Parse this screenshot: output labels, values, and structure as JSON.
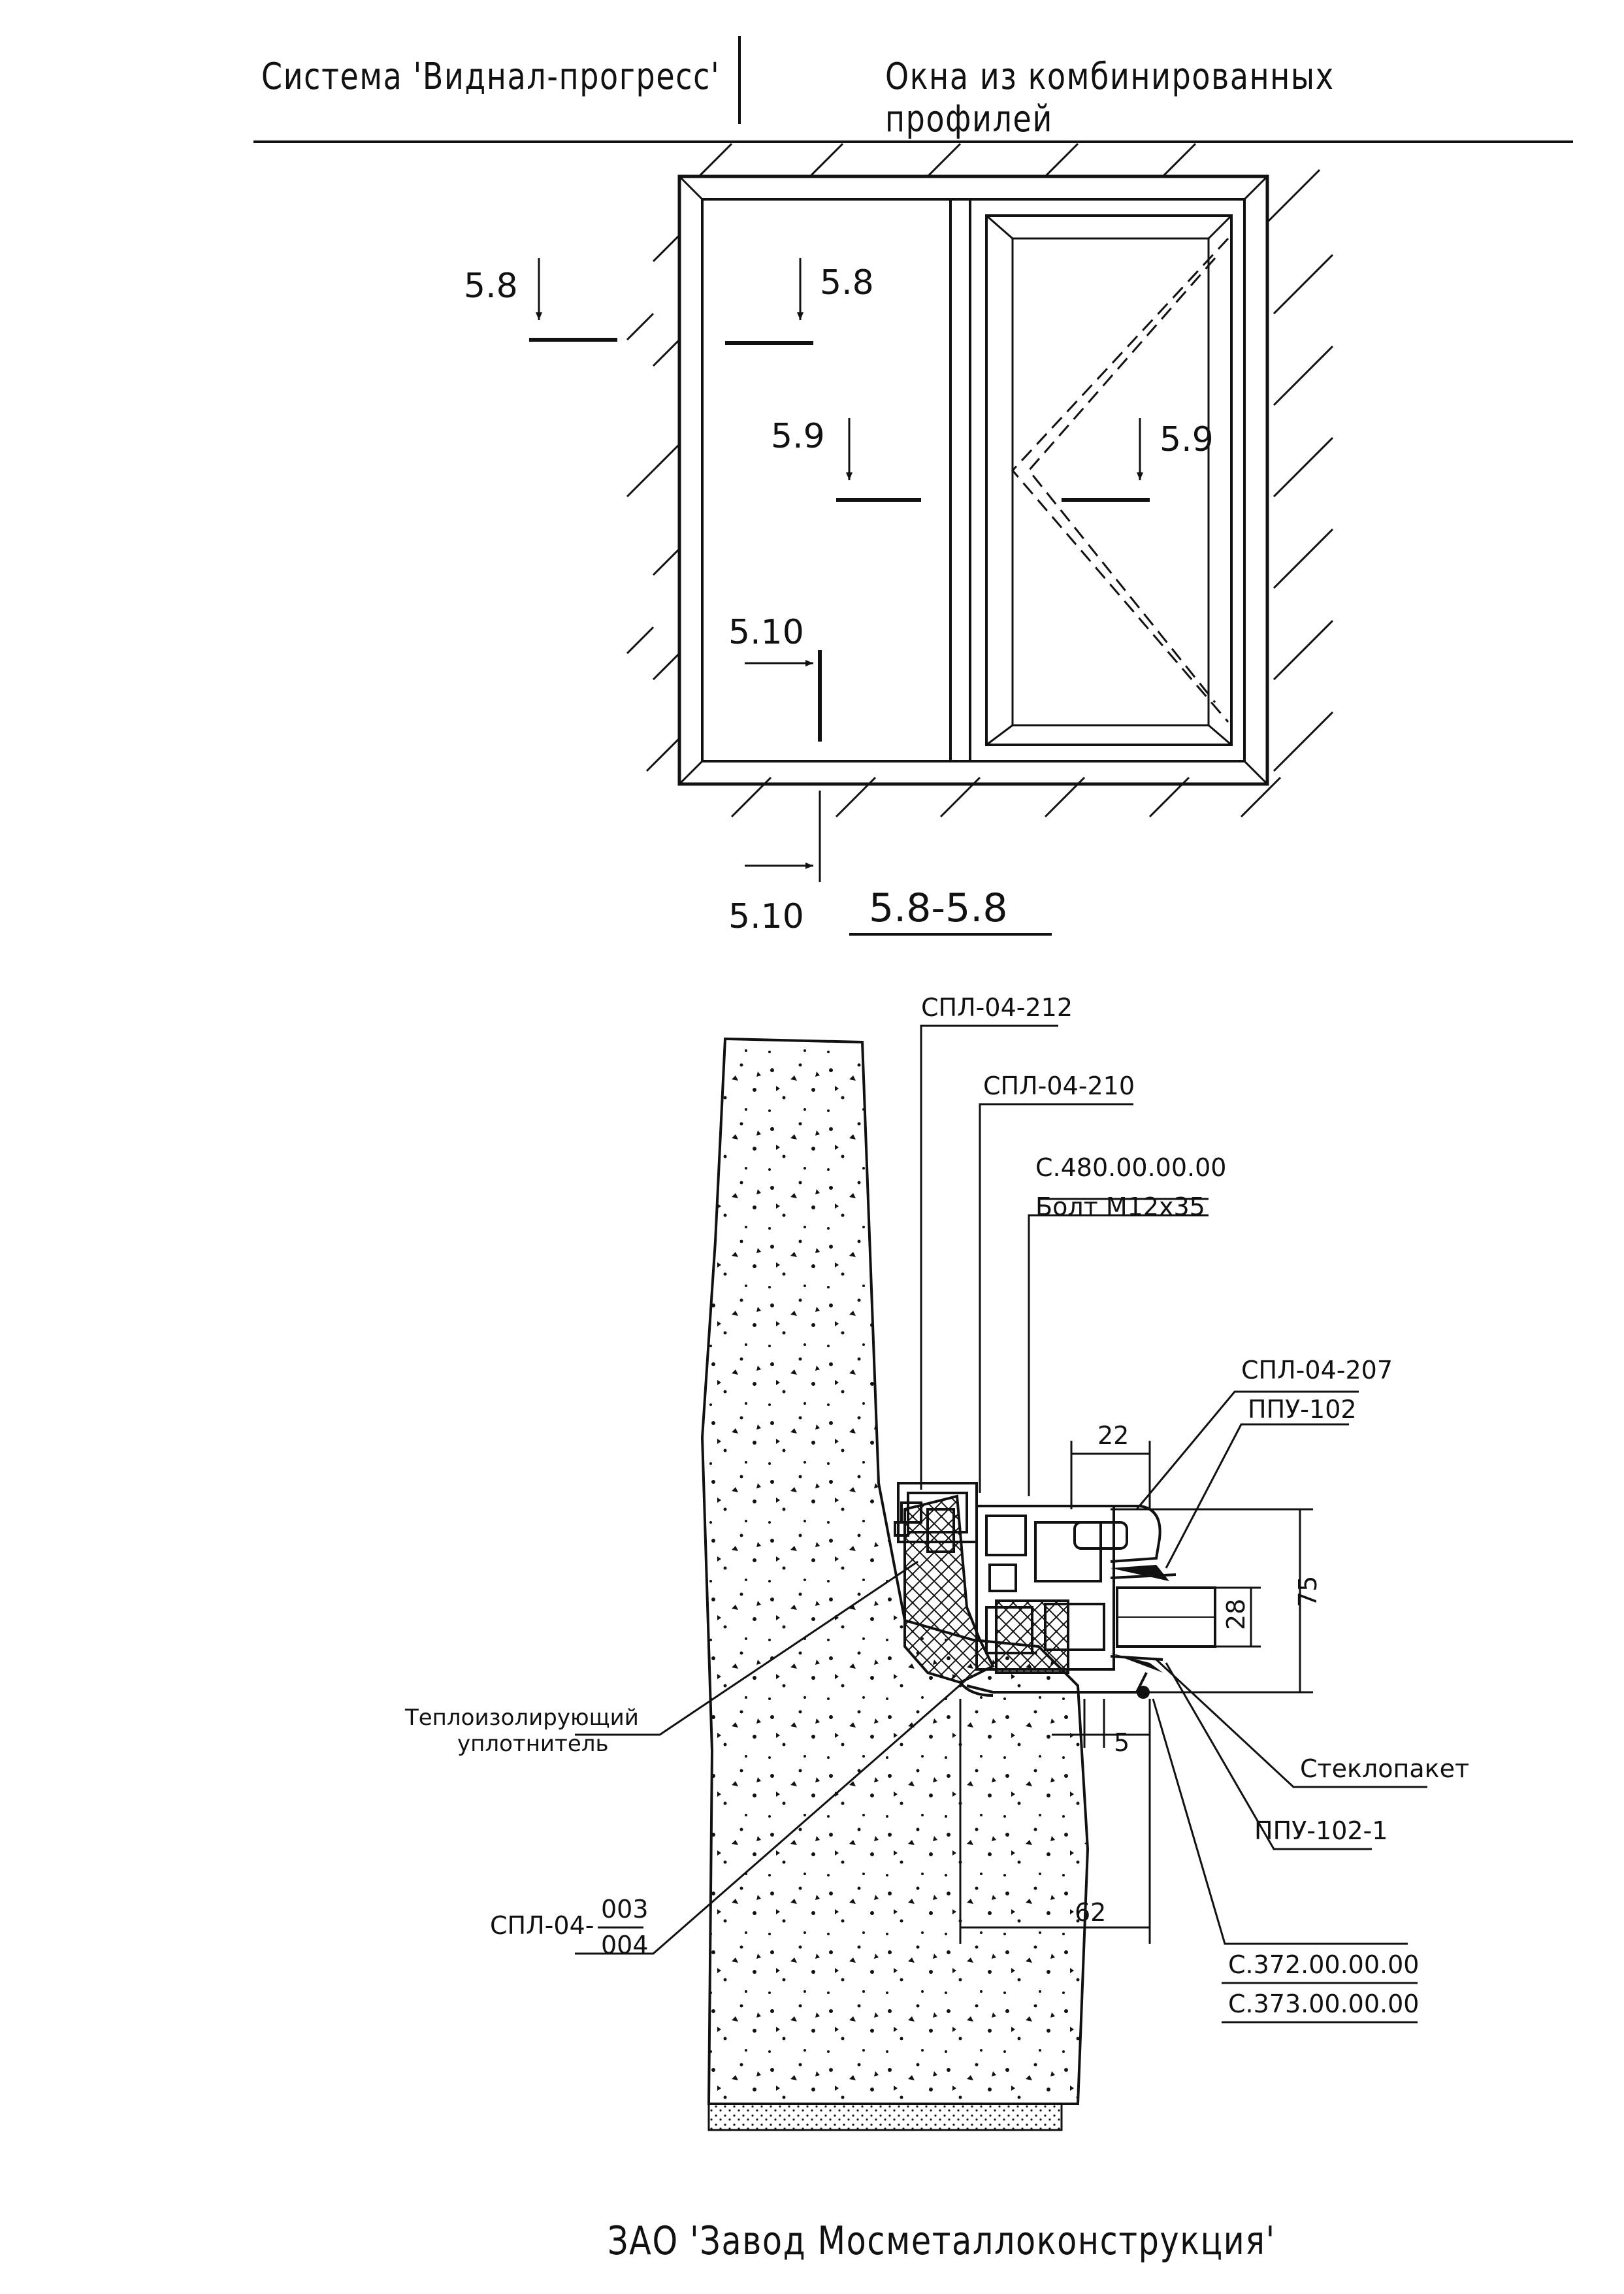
{
  "header": {
    "system": "Система 'Виднал-прогресс'",
    "title": "Окна из комбинированных профилей"
  },
  "elevation": {
    "section_marks": [
      "5.8",
      "5.8",
      "5.9",
      "5.9",
      "5.10",
      "5.10"
    ],
    "view_label": "5.8-5.8"
  },
  "section": {
    "callouts": {
      "part_212": "СПЛ-04-212",
      "part_210": "СПЛ-04-210",
      "part_480": "С.480.00.00.00",
      "bolt": "Болт М12х35",
      "part_207": "СПЛ-04-207",
      "ppu_102": "ППУ-102",
      "insulation_line1": "Теплоизолирующий",
      "insulation_line2": "уплотнитель",
      "glass_unit": "Стеклопакет",
      "ppu_102_1": "ППУ-102-1",
      "spl_prefix": "СПЛ-04-",
      "spl_num": "003",
      "spl_den": "004",
      "part_372": "С.372.00.00.00",
      "part_373": "С.373.00.00.00"
    },
    "dimensions": {
      "d22": "22",
      "d75": "75",
      "d28": "28",
      "d5": "5",
      "d62": "62"
    }
  },
  "footer": {
    "text": "ЗАО 'Завод Mосметаллоконструкция'"
  }
}
